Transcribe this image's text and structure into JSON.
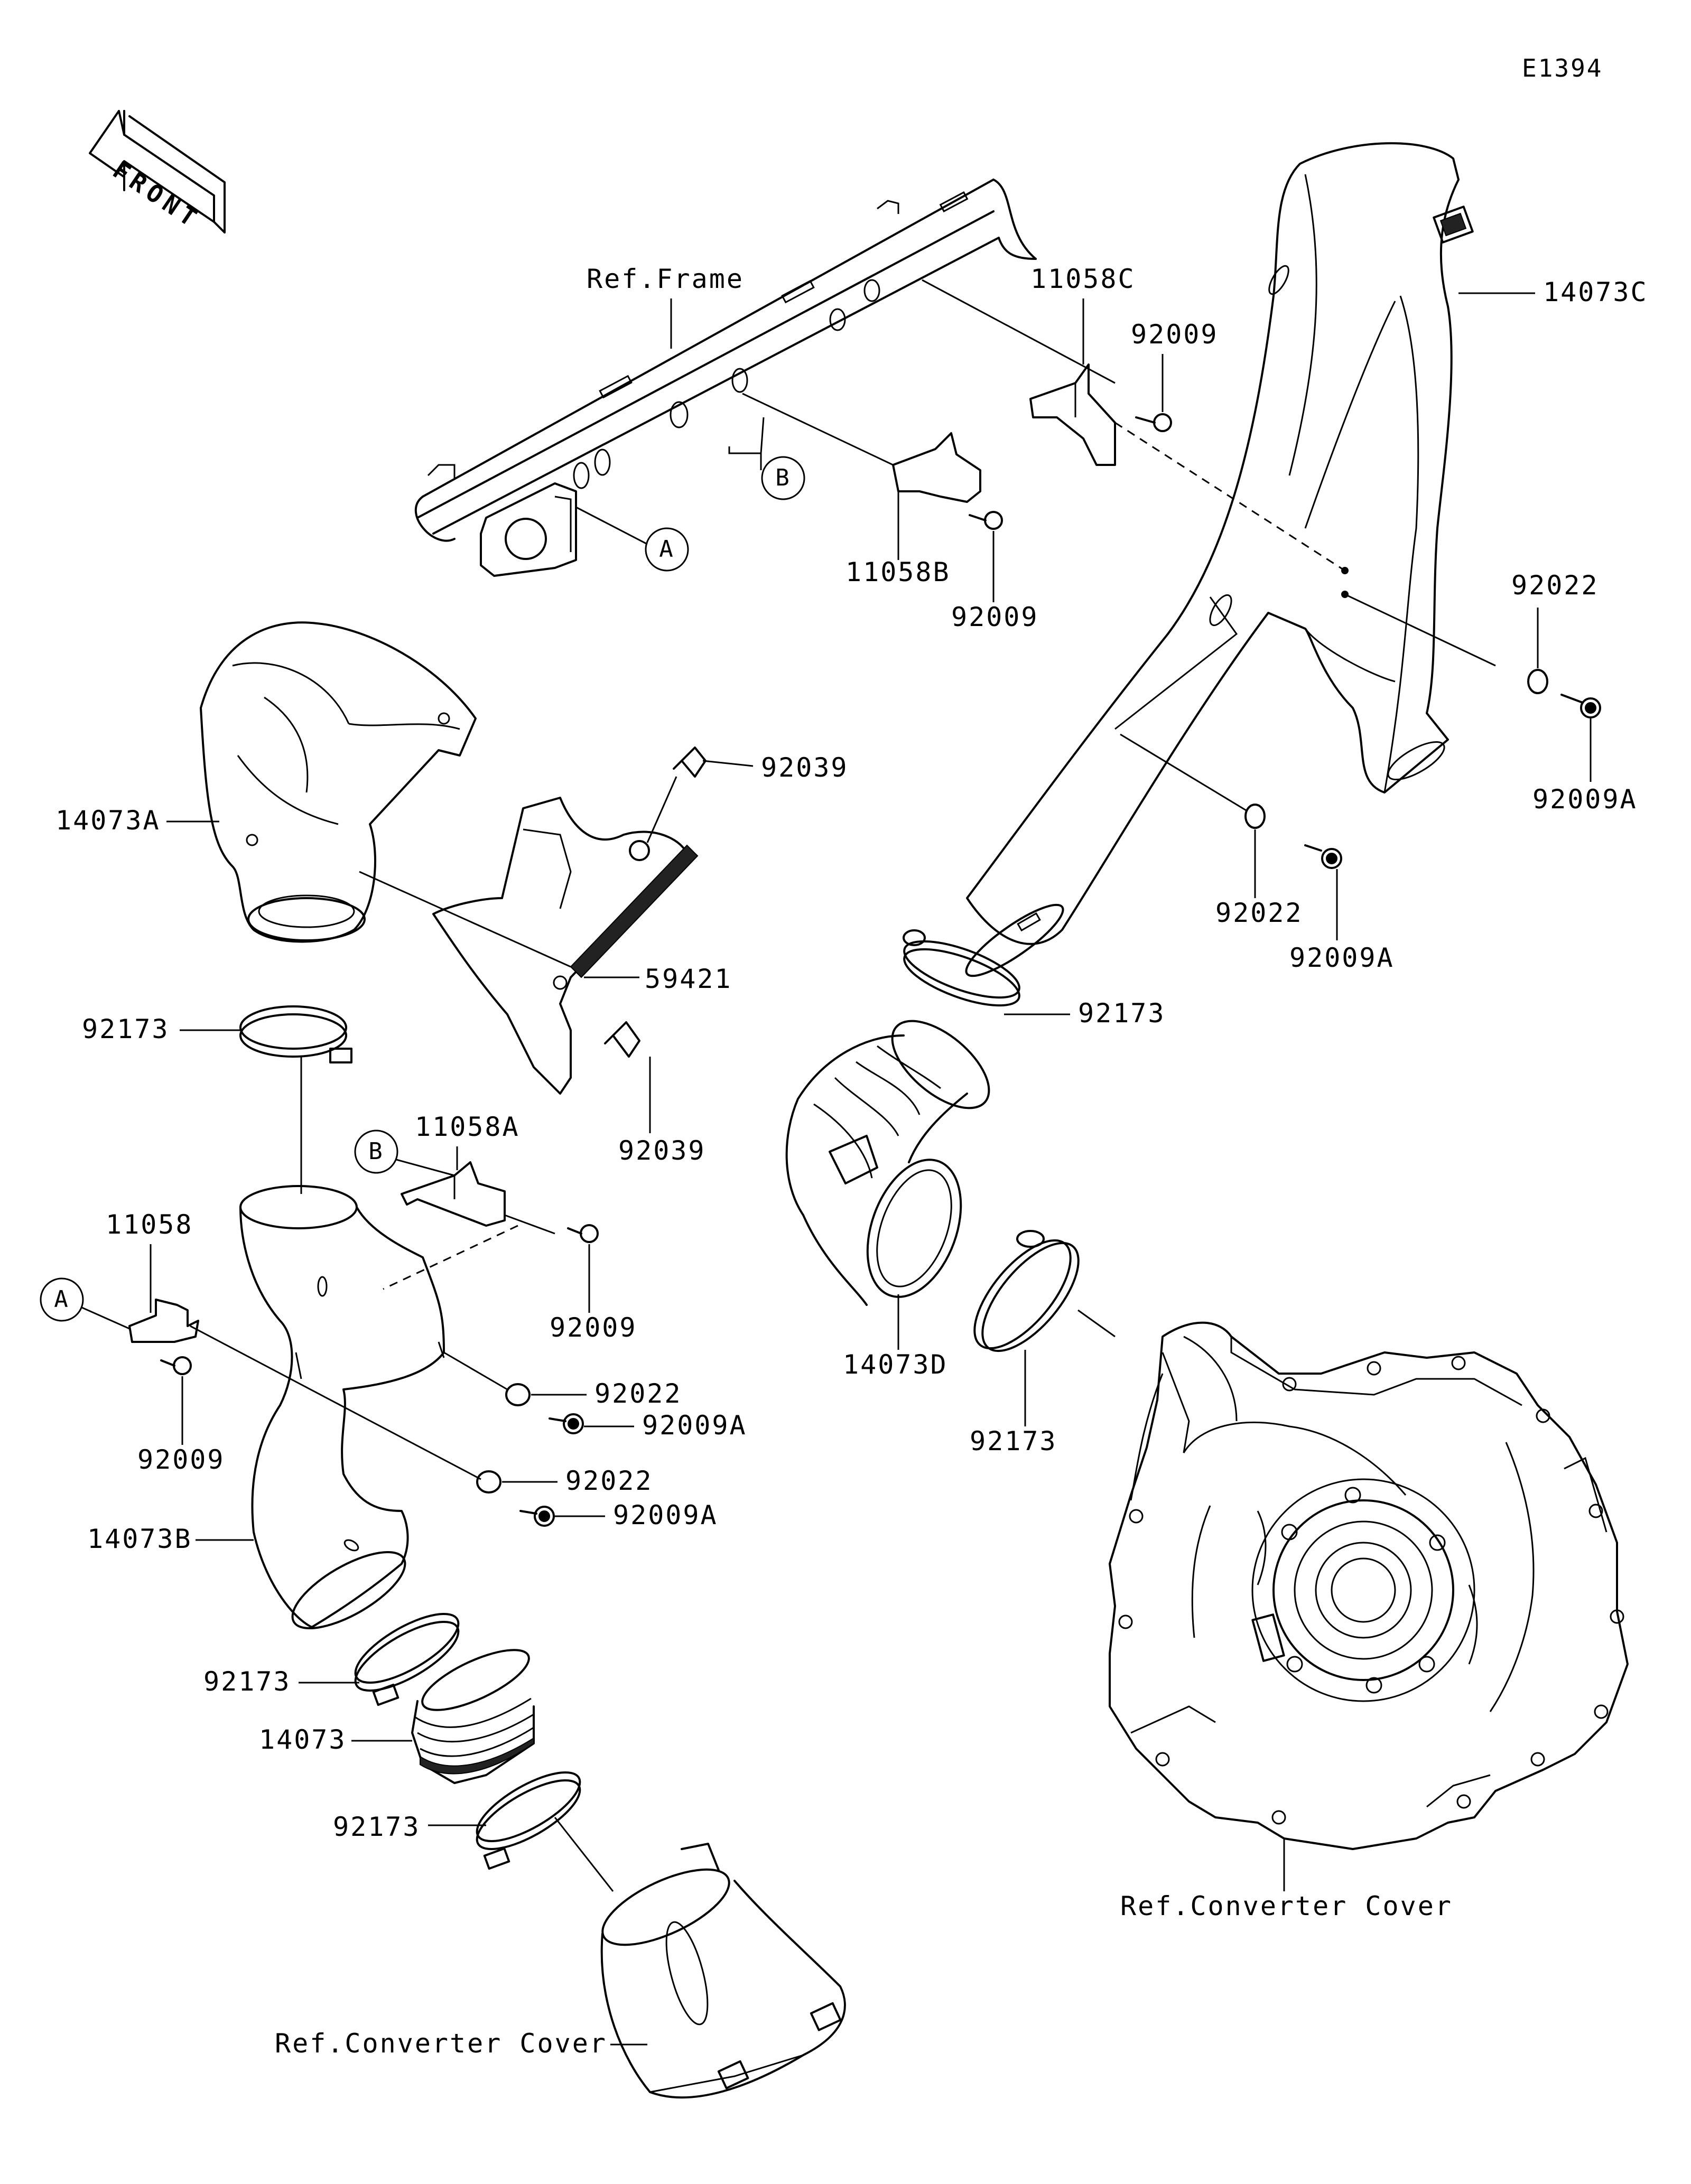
{
  "diagram_code": "E1394",
  "front_arrow_label": "FRONT",
  "callout_letters": {
    "a": "A",
    "b": "B"
  },
  "labels": {
    "ref_frame": "Ref.Frame",
    "p11058C": "11058C",
    "p92009_top": "92009",
    "p14073C": "14073C",
    "p11058B": "11058B",
    "p92009_mid": "92009",
    "p92022_right": "92022",
    "p92009A_right": "92009A",
    "p14073A": "14073A",
    "p92039_top": "92039",
    "p59421": "59421",
    "p92039_bottom": "92039",
    "p92022_center": "92022",
    "p92009A_center": "92009A",
    "p92173_left_top": "92173",
    "p11058A": "11058A",
    "p92173_center": "92173",
    "p11058": "11058",
    "p92009_left": "92009",
    "p92009_lowcenter": "92009",
    "p14073D": "14073D",
    "p92022_low1": "92022",
    "p92009A_low1": "92009A",
    "p92022_low2": "92022",
    "p92009A_low2": "92009A",
    "p92173_lowcenter": "92173",
    "p14073B": "14073B",
    "p92173_left_mid": "92173",
    "p14073": "14073",
    "p92173_left_bottom": "92173",
    "ref_converter_cover_right": "Ref.Converter Cover",
    "ref_converter_cover_bottom": "Ref.Converter Cover"
  }
}
